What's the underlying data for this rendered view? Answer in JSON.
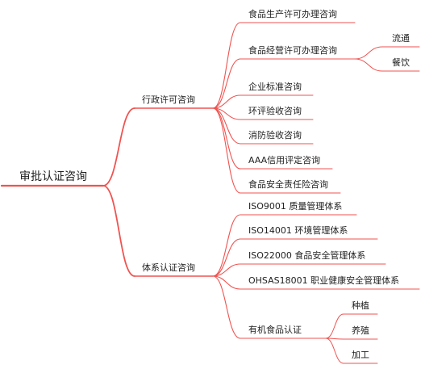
{
  "colors": {
    "edge": "#ef5350",
    "text": "#222222",
    "background": "#ffffff"
  },
  "root": {
    "label": "审批认证咨询"
  },
  "branches": [
    {
      "label": "行政许可咨询",
      "children": [
        {
          "label": "食品生产许可办理咨询",
          "children": []
        },
        {
          "label": "食品经营许可办理咨询",
          "children": [
            {
              "label": "流通"
            },
            {
              "label": "餐饮"
            }
          ]
        },
        {
          "label": "企业标准咨询",
          "children": []
        },
        {
          "label": "环评验收咨询",
          "children": []
        },
        {
          "label": "消防验收咨询",
          "children": []
        },
        {
          "label": "AAA信用评定咨询",
          "children": []
        },
        {
          "label": "食品安全责任险咨询",
          "children": []
        }
      ]
    },
    {
      "label": "体系认证咨询",
      "children": [
        {
          "label": "ISO9001  质量管理体系",
          "children": []
        },
        {
          "label": "ISO14001  环境管理体系",
          "children": []
        },
        {
          "label": "ISO22000  食品安全管理体系",
          "children": []
        },
        {
          "label": "OHSAS18001  职业健康安全管理体系",
          "children": []
        },
        {
          "label": "有机食品认证",
          "children": [
            {
              "label": "种植"
            },
            {
              "label": "养殖"
            },
            {
              "label": "加工"
            }
          ]
        }
      ]
    }
  ]
}
